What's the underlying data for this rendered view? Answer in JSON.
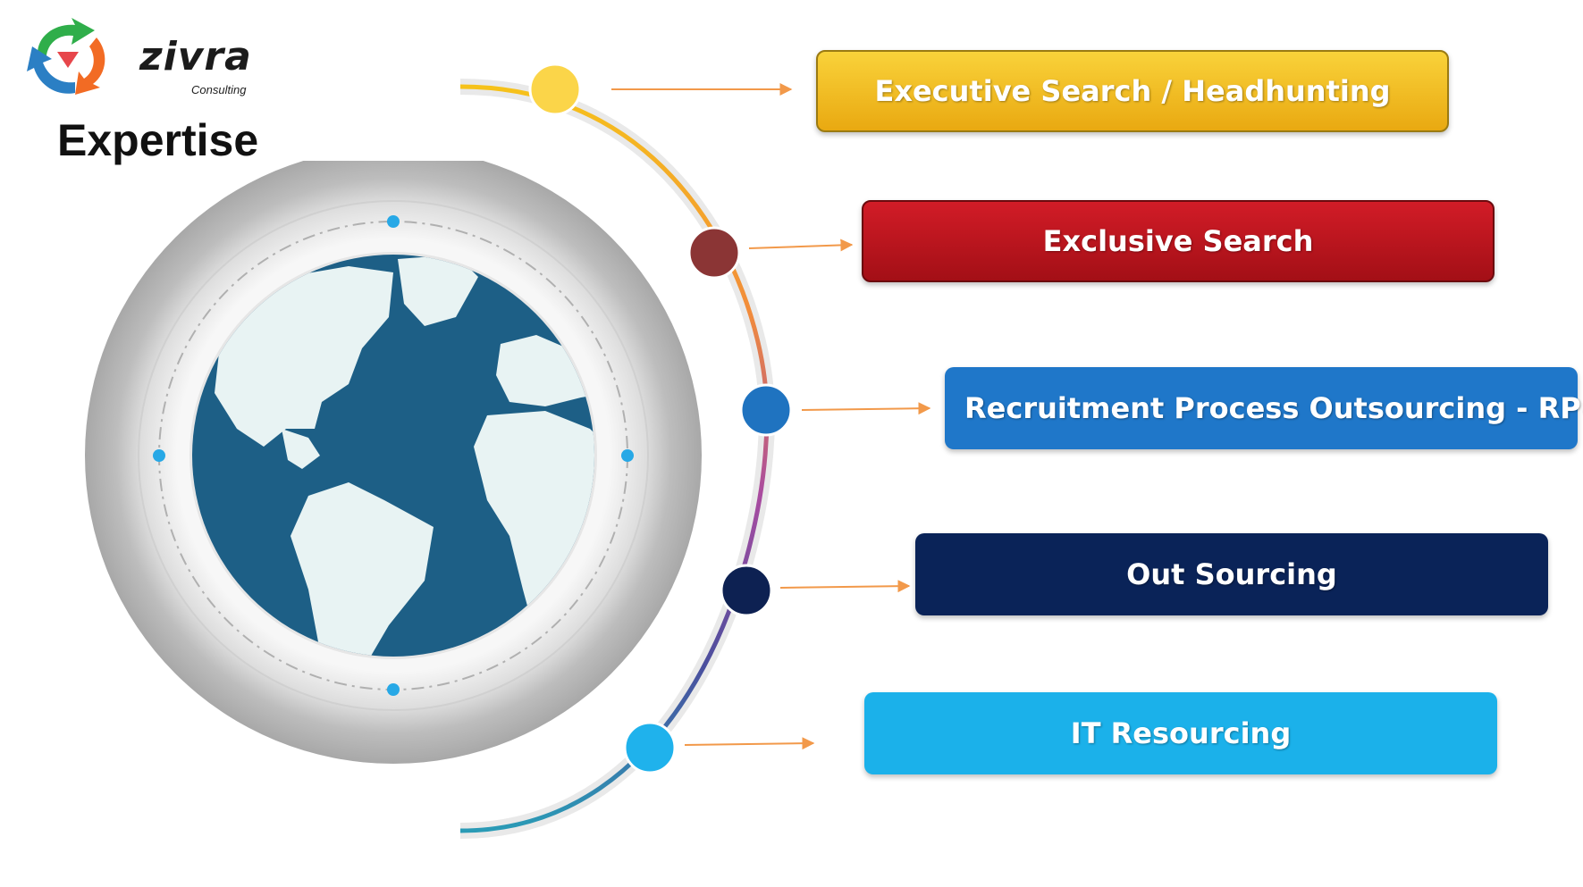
{
  "logo": {
    "wordmark": "zivra",
    "subtitle": "Consulting",
    "icon": "recycle-arrows-logo-icon"
  },
  "title": "Expertise",
  "illustration": {
    "icon": "globe-icon"
  },
  "items": [
    {
      "label": "Executive Search / Headhunting",
      "color": "#f6c531"
    },
    {
      "label": "Exclusive Search",
      "color": "#c3141d"
    },
    {
      "label": "Recruitment Process Outsourcing - RPO",
      "color": "#1f77c9"
    },
    {
      "label": "Out Sourcing",
      "color": "#0a2358"
    },
    {
      "label": "IT Resourcing",
      "color": "#1bb1ea"
    }
  ],
  "colors": {
    "arrow": "#f2994a",
    "node_colors": [
      "#fbd549",
      "#8b3535",
      "#1f73c0",
      "#0d2152",
      "#1fb2ec"
    ]
  }
}
